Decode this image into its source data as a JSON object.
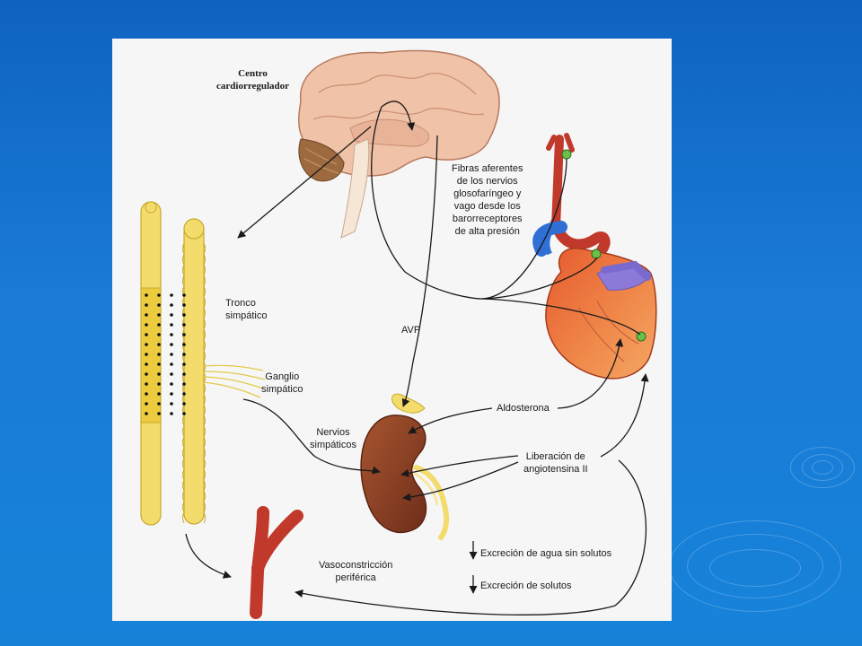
{
  "labels": {
    "centro": [
      "Centro",
      "cardiorregulador"
    ],
    "fibras": [
      "Fibras aferentes",
      "de los nervios",
      "glosofaríngeo y",
      "vago desde los",
      "barorreceptores",
      "de alta presión"
    ],
    "tronco": [
      "Tronco",
      "simpático"
    ],
    "ganglio": [
      "Ganglio",
      "simpático"
    ],
    "avp": "AVP",
    "nervios": [
      "Nervios",
      "simpáticos"
    ],
    "aldosterona": "Aldosterona",
    "angiotensina": [
      "Liberación de",
      "angiotensina II"
    ],
    "vaso": [
      "Vasoconstricción",
      "periférica"
    ],
    "excrecion_agua": "Excreción de agua sin solutos",
    "excrecion_solutos": "Excreción de solutos"
  },
  "colors": {
    "background": "#1677d2",
    "card": "#ffffff",
    "brain": "#f0c2a8",
    "brain_stem": "#f6e6d6",
    "cerebellum": "#9c6a3e",
    "spinal": "#f3dc6b",
    "kidney": "#8a3f26",
    "vessel_red": "#c0392b",
    "vessel_blue": "#2f6fd6",
    "receptor": "#6cc04a",
    "arrow": "#1a1a1a"
  }
}
